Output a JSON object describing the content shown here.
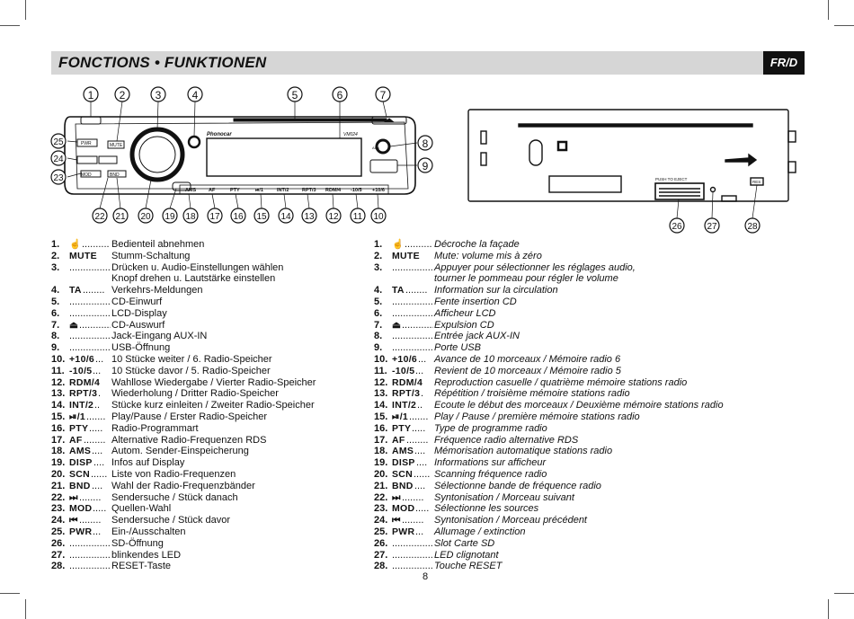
{
  "header": {
    "title": "FONCTIONS • FUNKTIONEN",
    "lang": "FR/D"
  },
  "device": {
    "brand": "Phonocar",
    "model": "VM024",
    "button_labels": [
      "AMS",
      "AF",
      "PTY",
      "⏯/1",
      "INT/2",
      "RPT/3",
      "RDM/4",
      "-10/5",
      "+10/6"
    ],
    "side_labels": [
      "PWR",
      "MUTE",
      "MOD",
      "BND",
      "SCN",
      "DISP"
    ],
    "aux_label": "AUX",
    "eject_label": "PUSH TO EJECT",
    "reset_label": "RES",
    "callouts_top": [
      "1",
      "2",
      "3",
      "4",
      "5",
      "6",
      "7"
    ],
    "callouts_right": [
      "8",
      "9"
    ],
    "callouts_left": [
      "25",
      "24",
      "23"
    ],
    "callouts_bottom": [
      "22",
      "21",
      "20",
      "19",
      "18",
      "17",
      "16",
      "15",
      "14",
      "13",
      "12",
      "11",
      "10"
    ],
    "callouts_back": [
      "26",
      "27",
      "28"
    ]
  },
  "de_items": [
    {
      "num": "1.",
      "key": "☝",
      "dots": "..........",
      "desc": "Bedienteil abnehmen"
    },
    {
      "num": "2.",
      "key": "MUTE",
      "dots": "",
      "desc": "Stumm-Schaltung"
    },
    {
      "num": "3.",
      "key": "",
      "dots": "...............",
      "desc": "Drücken u. Audio-Einstellungen wählen"
    },
    {
      "num": "",
      "key": "",
      "dots": "",
      "desc": "Knopf drehen u. Lautstärke einstellen"
    },
    {
      "num": "4.",
      "key": "TA",
      "dots": "........",
      "desc": "Verkehrs-Meldungen"
    },
    {
      "num": "5.",
      "key": "",
      "dots": "...............",
      "desc": "CD-Einwurf"
    },
    {
      "num": "6.",
      "key": "",
      "dots": "...............",
      "desc": "LCD-Display"
    },
    {
      "num": "7.",
      "key": "⏏",
      "dots": "............",
      "desc": "CD-Auswurf"
    },
    {
      "num": "8.",
      "key": "",
      "dots": "...............",
      "desc": "Jack-Eingang AUX-IN"
    },
    {
      "num": "9.",
      "key": "",
      "dots": "...............",
      "desc": "USB-Öffnung"
    },
    {
      "num": "10.",
      "key": "+10/6",
      "dots": "...",
      "desc": "10 Stücke weiter / 6. Radio-Speicher"
    },
    {
      "num": "11.",
      "key": "-10/5",
      "dots": "...",
      "desc": "10 Stücke davor / 5. Radio-Speicher"
    },
    {
      "num": "12.",
      "key": "RDM/4",
      "dots": "",
      "desc": "Wahllose Wiedergabe / Vierter Radio-Speicher"
    },
    {
      "num": "13.",
      "key": "RPT/3",
      "dots": ".",
      "desc": "Wiederholung / Dritter Radio-Speicher"
    },
    {
      "num": "14.",
      "key": "INT/2",
      "dots": "..",
      "desc": "Stücke kurz einleiten / Zweiter Radio-Speicher"
    },
    {
      "num": "15.",
      "key": "⏯/1",
      "dots": ".......",
      "desc": "Play/Pause / Erster Radio-Speicher"
    },
    {
      "num": "16.",
      "key": "PTY",
      "dots": ".....",
      "desc": "Radio-Programmart"
    },
    {
      "num": "17.",
      "key": "AF",
      "dots": "........",
      "desc": "Alternative Radio-Frequenzen RDS"
    },
    {
      "num": "18.",
      "key": "AMS",
      "dots": "....",
      "desc": "Autom. Sender-Einspeicherung"
    },
    {
      "num": "19.",
      "key": "DISP",
      "dots": "....",
      "desc": "Infos auf Display"
    },
    {
      "num": "20.",
      "key": "SCN",
      "dots": "......",
      "desc": "Liste von Radio-Frequenzen"
    },
    {
      "num": "21.",
      "key": "BND",
      "dots": "....",
      "desc": "Wahl der Radio-Frequenzbänder"
    },
    {
      "num": "22.",
      "key": "⏭",
      "dots": "........",
      "desc": "Sendersuche / Stück danach"
    },
    {
      "num": "23.",
      "key": "MOD",
      "dots": ".....",
      "desc": "Quellen-Wahl"
    },
    {
      "num": "24.",
      "key": "⏮",
      "dots": "........",
      "desc": "Sendersuche / Stück davor"
    },
    {
      "num": "25.",
      "key": "PWR",
      "dots": "...",
      "desc": "Ein-/Ausschalten"
    },
    {
      "num": "26.",
      "key": "",
      "dots": "...............",
      "desc": "SD-Öffnung"
    },
    {
      "num": "27.",
      "key": "",
      "dots": "...............",
      "desc": "blinkendes LED"
    },
    {
      "num": "28.",
      "key": "",
      "dots": "...............",
      "desc": "RESET-Taste"
    }
  ],
  "fr_items": [
    {
      "num": "1.",
      "key": "☝",
      "dots": "..........",
      "desc": "Décroche la façade"
    },
    {
      "num": "2.",
      "key": "MUTE",
      "dots": "",
      "desc": "Mute: volume mis à zéro"
    },
    {
      "num": "3.",
      "key": "",
      "dots": "...............",
      "desc": "Appuyer pour sélectionner les réglages audio,"
    },
    {
      "num": "",
      "key": "",
      "dots": "",
      "desc": "tourner le pommeau pour régler le volume"
    },
    {
      "num": "4.",
      "key": "TA",
      "dots": "........",
      "desc": "Information sur la circulation"
    },
    {
      "num": "5.",
      "key": "",
      "dots": "...............",
      "desc": "Fente insertion CD"
    },
    {
      "num": "6.",
      "key": "",
      "dots": "...............",
      "desc": "Afficheur LCD"
    },
    {
      "num": "7.",
      "key": "⏏",
      "dots": "............",
      "desc": "Expulsion CD"
    },
    {
      "num": "8.",
      "key": "",
      "dots": "...............",
      "desc": "Entrée jack AUX-IN"
    },
    {
      "num": "9.",
      "key": "",
      "dots": "...............",
      "desc": "Porte USB"
    },
    {
      "num": "10.",
      "key": "+10/6",
      "dots": "...",
      "desc": "Avance de 10 morceaux / Mémoire radio 6"
    },
    {
      "num": "11.",
      "key": "-10/5",
      "dots": "...",
      "desc": "Revient de 10 morceaux / Mémoire radio 5"
    },
    {
      "num": "12.",
      "key": "RDM/4",
      "dots": "",
      "desc": "Reproduction casuelle / quatrième mémoire stations radio"
    },
    {
      "num": "13.",
      "key": "RPT/3",
      "dots": ".",
      "desc": "Répétition / troisième mémoire stations radio"
    },
    {
      "num": "14.",
      "key": "INT/2",
      "dots": "..",
      "desc": "Ecoute le début des morceaux / Deuxième mémoire stations radio"
    },
    {
      "num": "15.",
      "key": "⏯/1",
      "dots": ".......",
      "desc": "Play / Pause / première mémoire stations radio"
    },
    {
      "num": "16.",
      "key": "PTY",
      "dots": ".....",
      "desc": "Type de programme radio"
    },
    {
      "num": "17.",
      "key": "AF",
      "dots": "........",
      "desc": "Fréquence radio alternative RDS"
    },
    {
      "num": "18.",
      "key": "AMS",
      "dots": "....",
      "desc": "Mémorisation automatique stations radio"
    },
    {
      "num": "19.",
      "key": "DISP",
      "dots": "....",
      "desc": "Informations sur afficheur"
    },
    {
      "num": "20.",
      "key": "SCN",
      "dots": "......",
      "desc": "Scanning fréquence radio"
    },
    {
      "num": "21.",
      "key": "BND",
      "dots": "....",
      "desc": "Sélectionne bande de fréquence radio"
    },
    {
      "num": "22.",
      "key": "⏭",
      "dots": "........",
      "desc": "Syntonisation / Morceau suivant"
    },
    {
      "num": "23.",
      "key": "MOD",
      "dots": ".....",
      "desc": "Sélectionne les sources"
    },
    {
      "num": "24.",
      "key": "⏮",
      "dots": "........",
      "desc": "Syntonisation / Morceau précédent"
    },
    {
      "num": "25.",
      "key": "PWR",
      "dots": "...",
      "desc": "Allumage / extinction"
    },
    {
      "num": "26.",
      "key": "",
      "dots": "...............",
      "desc": "Slot Carte SD"
    },
    {
      "num": "27.",
      "key": "",
      "dots": "...............",
      "desc": "LED clignotant"
    },
    {
      "num": "28.",
      "key": "",
      "dots": "...............",
      "desc": "Touche RESET"
    }
  ],
  "page_number": "8"
}
